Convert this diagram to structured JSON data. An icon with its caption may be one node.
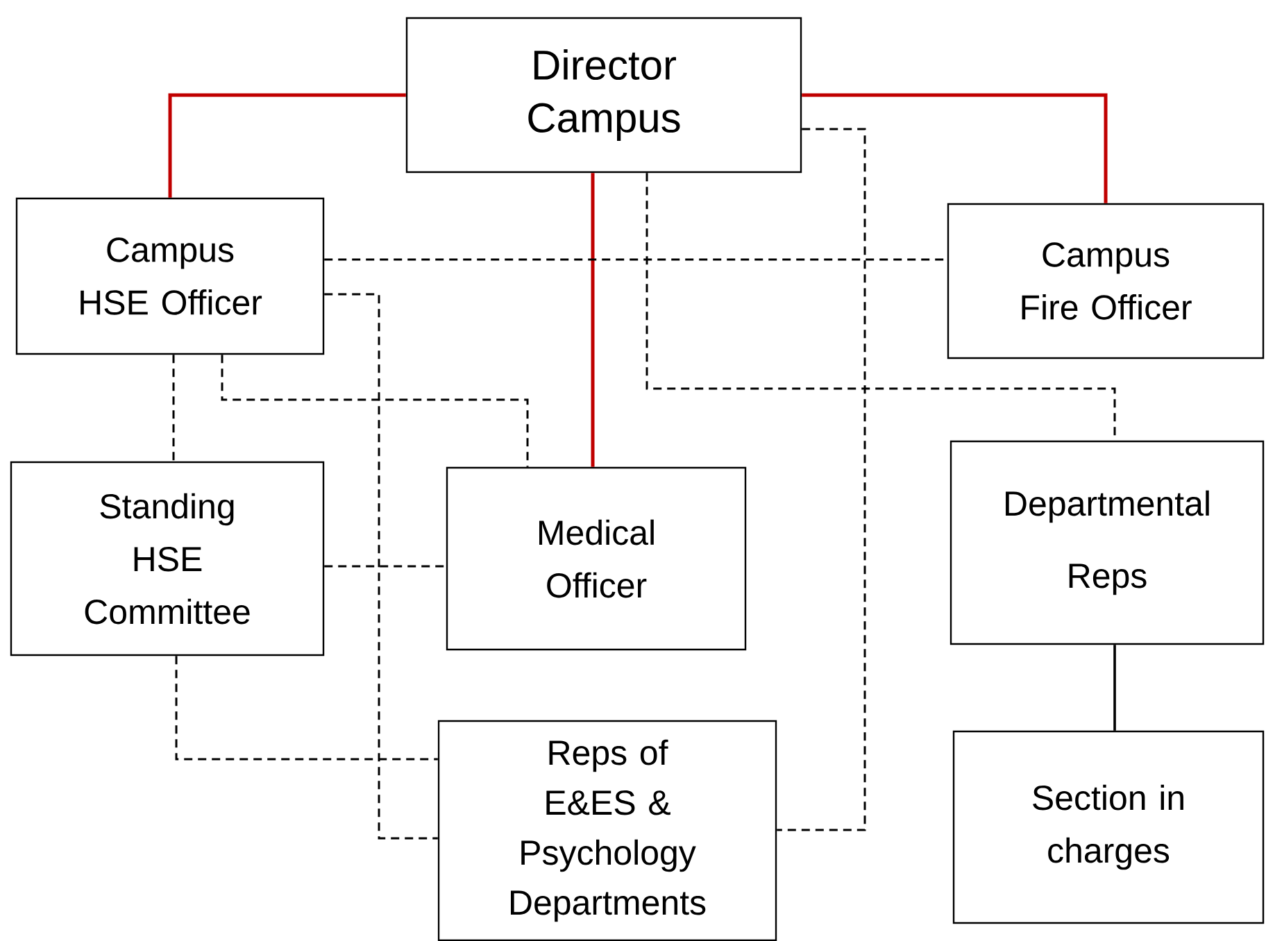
{
  "diagram": {
    "nodes": [
      {
        "text": [
          "Director Campus"
        ]
      },
      {
        "text": [
          "Campus HSE Officer"
        ]
      },
      {
        "text": [
          "Campus Fire Officer"
        ]
      },
      {
        "text": [
          "Standing HSE Committee"
        ]
      },
      {
        "text": [
          "Medical Officer"
        ]
      },
      {
        "text": [
          "Departmental Reps"
        ]
      },
      {
        "text": [
          "Reps of E&ES & Psychology Departments"
        ]
      },
      {
        "text": [
          "Section in charges"
        ]
      }
    ],
    "edges": [
      {
        "from": 0,
        "to": 1,
        "arrow": "none",
        "color": "#c00000"
      },
      {
        "from": 0,
        "to": 4,
        "arrow": "none",
        "color": "#c00000"
      },
      {
        "from": 0,
        "to": 2,
        "arrow": "none",
        "color": "#c00000"
      },
      {
        "from": 1,
        "to": 2,
        "arrow": "none",
        "style": "dashed"
      },
      {
        "from": 1,
        "to": 6,
        "arrow": "none",
        "style": "dashed"
      },
      {
        "from": 1,
        "to": 3,
        "arrow": "none",
        "style": "dashed"
      },
      {
        "from": 1,
        "to": 4,
        "arrow": "none",
        "style": "dashed"
      },
      {
        "from": 3,
        "to": 4,
        "arrow": "none",
        "style": "dashed"
      },
      {
        "from": 3,
        "to": 6,
        "arrow": "none",
        "style": "dashed"
      },
      {
        "from": 0,
        "to": 5,
        "arrow": "none",
        "style": "dashed"
      },
      {
        "from": 0,
        "to": 6,
        "arrow": "none",
        "style": "dashed"
      },
      {
        "from": 5,
        "to": 7,
        "arrow": "none"
      }
    ]
  }
}
